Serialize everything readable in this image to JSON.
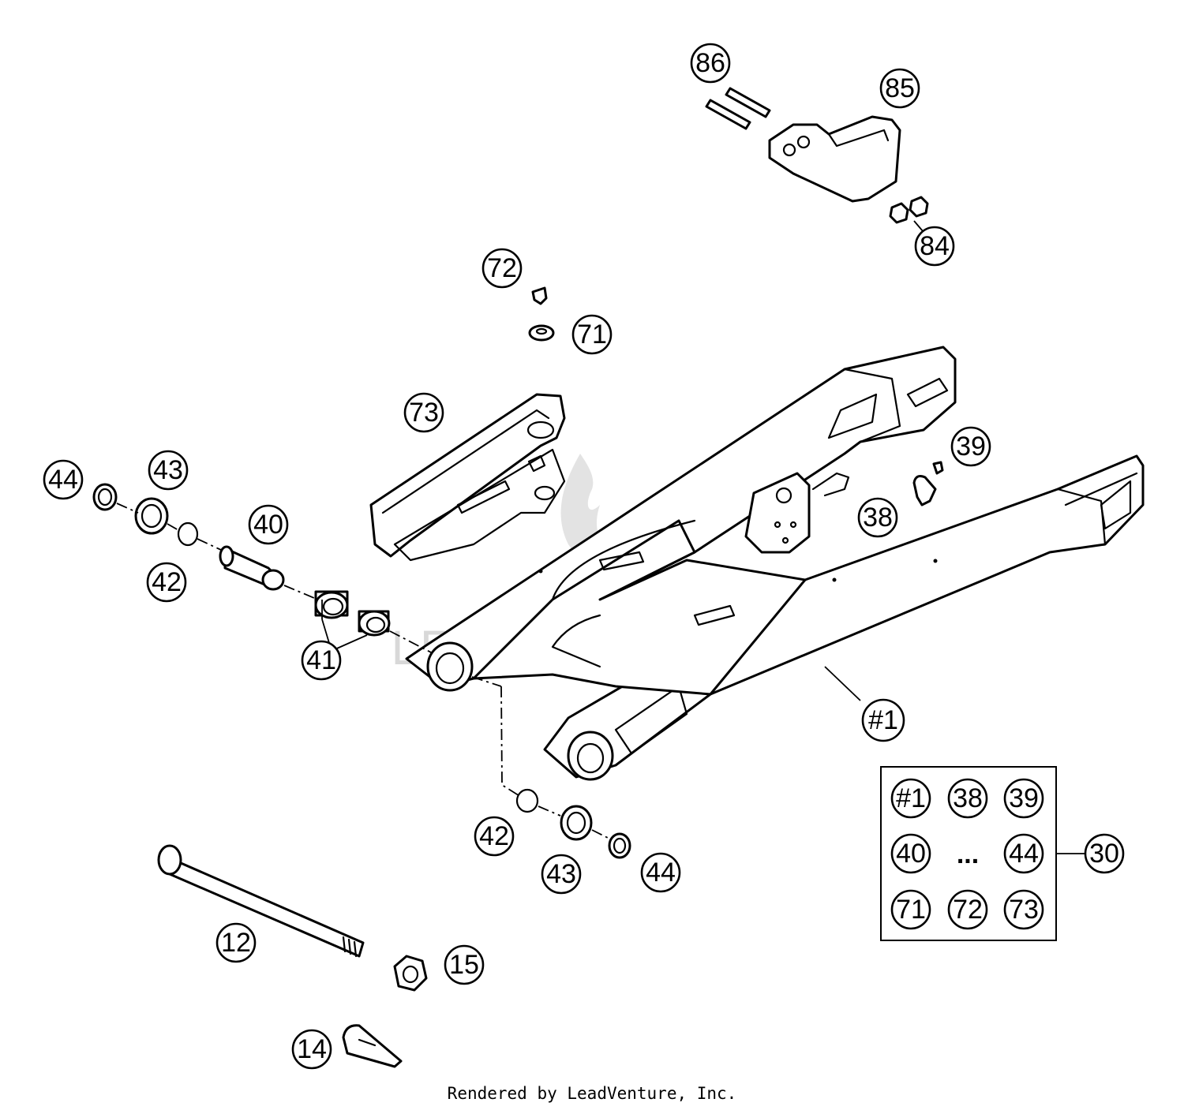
{
  "diagram": {
    "callouts": [
      {
        "id": "c86",
        "label": "86"
      },
      {
        "id": "c85",
        "label": "85"
      },
      {
        "id": "c84",
        "label": "84"
      },
      {
        "id": "c72",
        "label": "72"
      },
      {
        "id": "c71",
        "label": "71"
      },
      {
        "id": "c73",
        "label": "73"
      },
      {
        "id": "c39",
        "label": "39"
      },
      {
        "id": "c38",
        "label": "38"
      },
      {
        "id": "c44a",
        "label": "44"
      },
      {
        "id": "c43a",
        "label": "43"
      },
      {
        "id": "c40",
        "label": "40"
      },
      {
        "id": "c42a",
        "label": "42"
      },
      {
        "id": "c41",
        "label": "41"
      },
      {
        "id": "c1",
        "label": "#1"
      },
      {
        "id": "c42b",
        "label": "42"
      },
      {
        "id": "c43b",
        "label": "43"
      },
      {
        "id": "c44b",
        "label": "44"
      },
      {
        "id": "c12",
        "label": "12"
      },
      {
        "id": "c15",
        "label": "15"
      },
      {
        "id": "c14",
        "label": "14"
      },
      {
        "id": "c30",
        "label": "30"
      }
    ],
    "kit_box": {
      "items": [
        "#1",
        "38",
        "39",
        "40",
        "...",
        "44",
        "71",
        "72",
        "73"
      ]
    },
    "watermark": "LEADVENTURE"
  },
  "footer": {
    "credit": "Rendered by LeadVenture, Inc."
  }
}
